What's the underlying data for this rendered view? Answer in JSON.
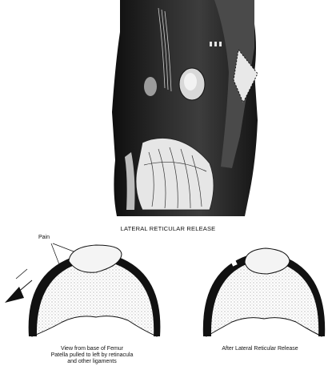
{
  "illustration": {
    "main_caption": "LATERAL RETICULAR RELEASE",
    "pain_label": "Pain",
    "left_caption_lines": [
      "View from base of Femur",
      "Patella pulled to left by retinacula",
      "and other ligaments"
    ],
    "right_caption": "After Lateral Reticular Release"
  },
  "colors": {
    "background": "#ffffff",
    "ink": "#111111",
    "knee_dark": "#1c1c1c",
    "knee_mid": "#3a3a3a",
    "tissue_light": "#d8d8d8",
    "stipple": "#9a9a9a"
  }
}
